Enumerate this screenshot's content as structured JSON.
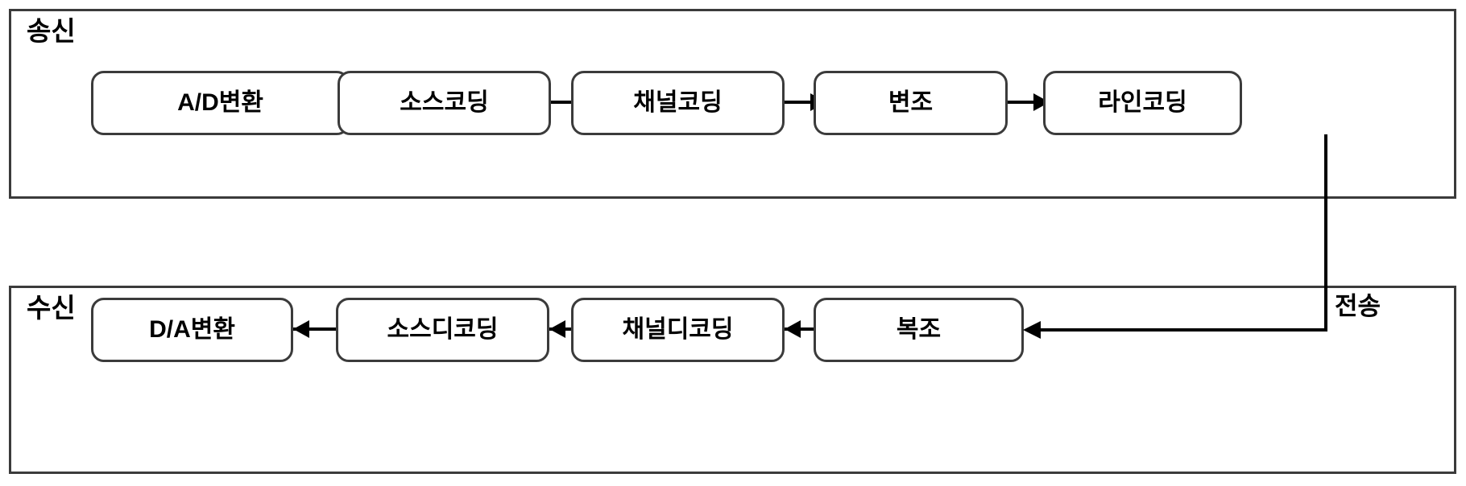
{
  "diagram": {
    "title": "Digital Communication System Block Diagram",
    "stroke_color": "#3b3b3b",
    "line_color": "#000000",
    "background_color": "#ffffff"
  },
  "sections": [
    {
      "id": "tx",
      "title": "송신",
      "direction": "left-to-right",
      "blocks": [
        {
          "id": "ad",
          "label": "A/D변환"
        },
        {
          "id": "srcenc",
          "label": "소스코딩"
        },
        {
          "id": "chenc",
          "label": "채널코딩"
        },
        {
          "id": "mod",
          "label": "변조"
        },
        {
          "id": "lineenc",
          "label": "라인코딩"
        }
      ]
    },
    {
      "id": "rx",
      "title": "수신",
      "direction": "right-to-left",
      "blocks": [
        {
          "id": "da",
          "label": "D/A변환"
        },
        {
          "id": "srcdec",
          "label": "소스디코딩"
        },
        {
          "id": "chdec",
          "label": "채널디코딩"
        },
        {
          "id": "demod",
          "label": "복조"
        }
      ]
    }
  ],
  "channel": {
    "label": "전송",
    "from_block": "lineenc",
    "to_block": "demod"
  }
}
